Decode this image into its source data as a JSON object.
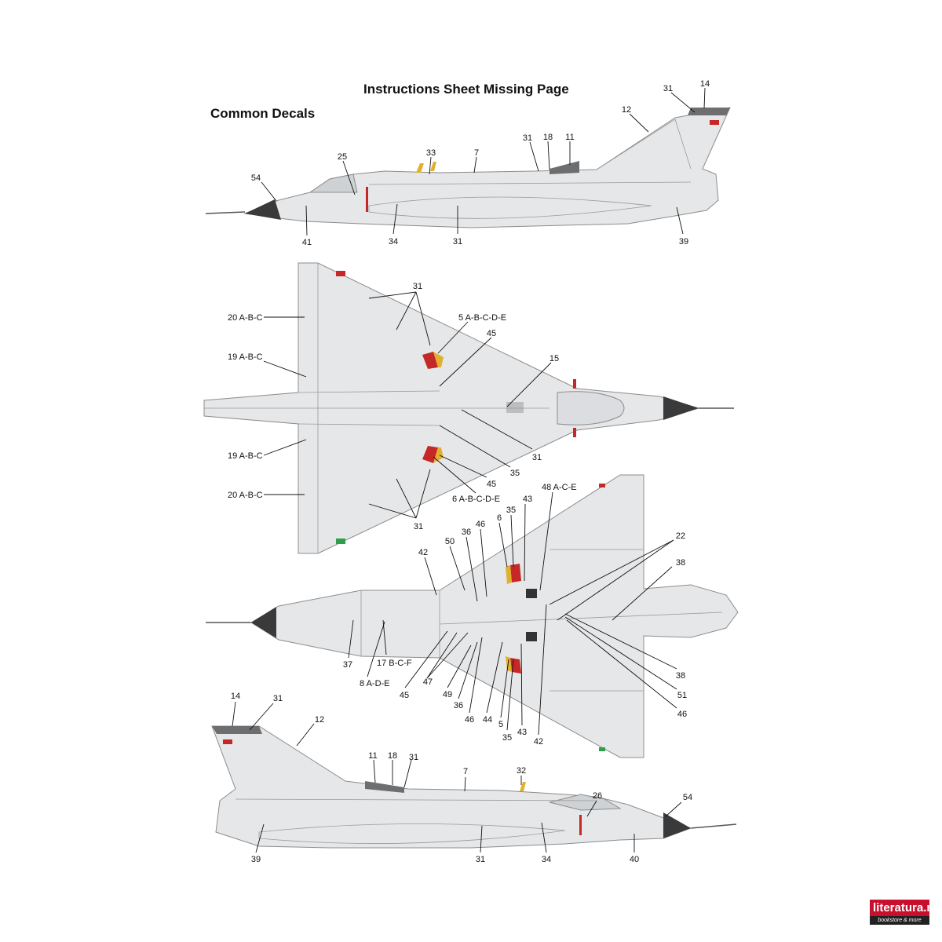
{
  "title": "Instructions Sheet Missing Page",
  "subtitle": "Common Decals",
  "views": {
    "left_side": {
      "labels": [
        "54",
        "25",
        "33",
        "7",
        "31",
        "18",
        "11",
        "12",
        "31",
        "14",
        "41",
        "34",
        "31",
        "39"
      ]
    },
    "top": {
      "labels": [
        "31",
        "20 A-B-C",
        "5 A-B-C-D-E",
        "45",
        "19 A-B-C",
        "15",
        "31",
        "35",
        "19 A-B-C",
        "45",
        "20 A-B-C",
        "6 A-B-C-D-E",
        "31"
      ]
    },
    "bottom": {
      "labels": [
        "48 A-C-E",
        "43",
        "35",
        "6",
        "46",
        "36",
        "50",
        "42",
        "22",
        "38",
        "37",
        "17 B-C-F",
        "8 A-D-E",
        "45",
        "47",
        "49",
        "36",
        "46",
        "44",
        "5",
        "35",
        "43",
        "42",
        "38",
        "51",
        "46"
      ]
    },
    "right_side": {
      "labels": [
        "14",
        "31",
        "12",
        "11",
        "18",
        "31",
        "7",
        "32",
        "26",
        "54",
        "39",
        "31",
        "34",
        "40"
      ]
    }
  },
  "logo": {
    "name": "literatura.mk",
    "tagline": "bookstore & more"
  }
}
